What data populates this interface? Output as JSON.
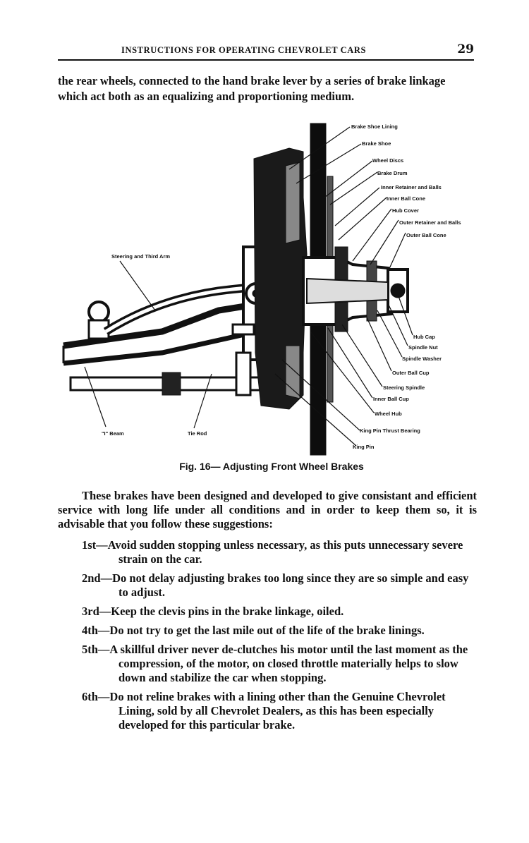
{
  "header": {
    "running_title": "INSTRUCTIONS FOR OPERATING CHEVROLET CARS",
    "page_number": "29"
  },
  "intro_paragraph": "the rear wheels, connected to the hand brake lever by a series of brake linkage which act both as an equalizing and proportioning medium.",
  "figure": {
    "caption": "Fig. 16— Adjusting Front Wheel Brakes",
    "callouts": {
      "brake_shoe_lining": "Brake Shoe Lining",
      "brake_shoe": "Brake Shoe",
      "wheel_discs": "Wheel Discs",
      "brake_drum": "Brake Drum",
      "inner_retainer_and_balls": "Inner Retainer and Balls",
      "inner_ball_cone": "Inner Ball Cone",
      "hub_cover": "Hub Cover",
      "outer_retainer_and_balls": "Outer Retainer and Balls",
      "outer_ball_cone": "Outer Ball Cone",
      "steering_and_third_arm": "Steering and Third Arm",
      "hub_cap": "Hub Cap",
      "spindle_nut": "Spindle Nut",
      "spindle_washer": "Spindle Washer",
      "outer_ball_cup": "Outer Ball Cup",
      "steering_spindle": "Steering Spindle",
      "inner_ball_cup": "Inner Ball Cup",
      "wheel_hub": "Wheel Hub",
      "i_beam": "\"I\" Beam",
      "tie_rod": "Tie Rod",
      "king_pin_thrust_bearing": "King Pin Thrust Bearing",
      "king_pin": "King Pin"
    }
  },
  "main_paragraph": "These brakes have been designed and developed to give consistant and efficient service with long life under all conditions and in order to keep them so, it is advisable that you follow these suggestions:",
  "suggestions": [
    "1st—Avoid sudden stopping unless necessary, as this puts unnecessary severe strain on the car.",
    "2nd—Do not delay adjusting brakes too long since they are so simple and easy to adjust.",
    "3rd—Keep the clevis pins in the brake linkage, oiled.",
    "4th—Do not try to get the last mile out of the life of the brake linings.",
    "5th—A skillful driver never de-clutches his motor until the last moment as the compression, of the motor, on closed throttle materially helps to slow down and stabilize the car when stopping.",
    "6th—Do not reline brakes with a lining other than the Genuine Chevrolet Lining, sold by all Chevrolet Dealers, as this has been especially developed for this particular brake."
  ]
}
